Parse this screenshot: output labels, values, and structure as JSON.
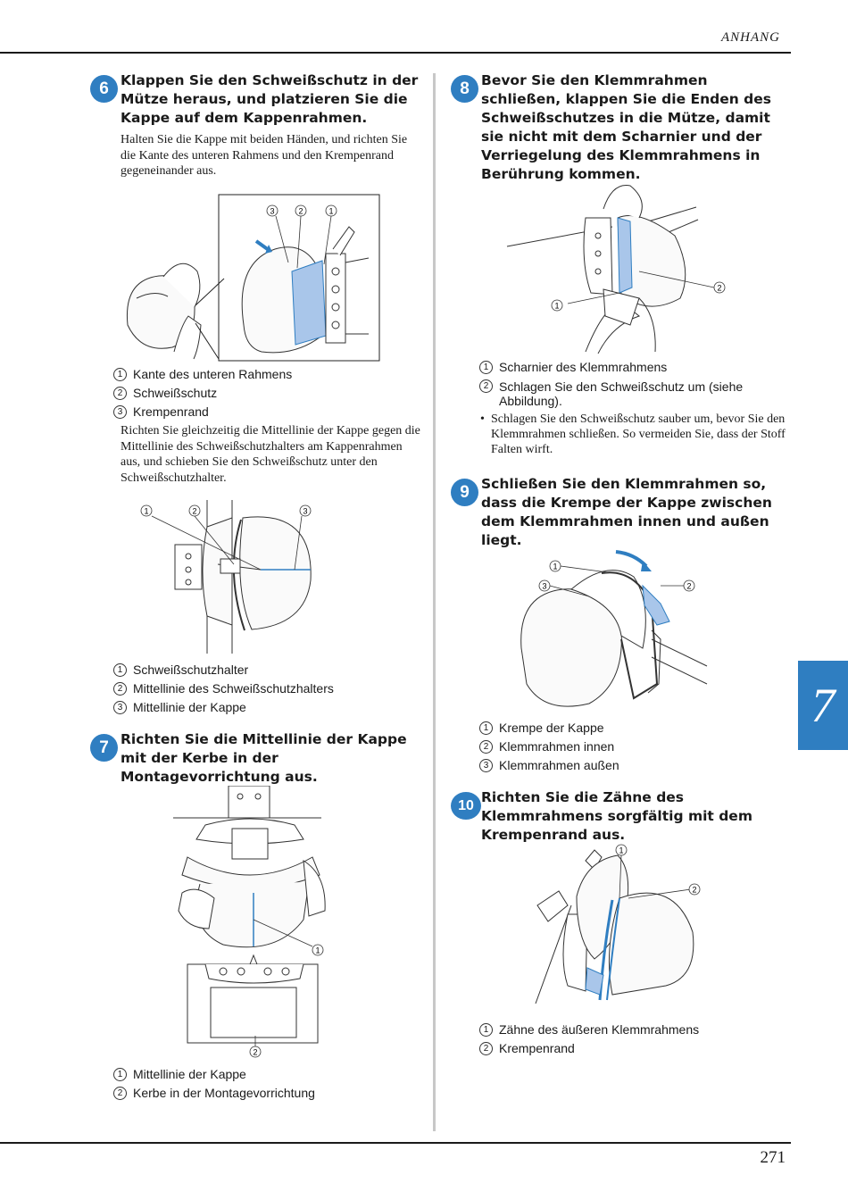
{
  "header": {
    "title": "ANHANG"
  },
  "footer": {
    "page_number": "271"
  },
  "chapter_tab": "7",
  "steps": {
    "s6": {
      "badge": "6",
      "title": "Klappen Sie den Schweißschutz in der Mütze heraus, und platzieren Sie die Kappe auf dem Kappenrahmen.",
      "text": "Halten Sie die Kappe mit beiden Händen, und richten Sie die Kante des unteren Rahmens und den Krempenrand gegeneinander aus.",
      "legend": [
        {
          "num": "1",
          "label": "Kante des unteren Rahmens"
        },
        {
          "num": "2",
          "label": "Schweißschutz"
        },
        {
          "num": "3",
          "label": "Krempenrand"
        }
      ],
      "text2": "Richten Sie gleichzeitig die Mittellinie der Kappe gegen die Mittellinie des Schweißschutzhalters am Kappenrahmen aus, und schieben Sie den Schweißschutz unter den Schweißschutzhalter.",
      "legend2": [
        {
          "num": "1",
          "label": "Schweißschutzhalter"
        },
        {
          "num": "2",
          "label": "Mittellinie des Schweißschutzhalters"
        },
        {
          "num": "3",
          "label": "Mittellinie der Kappe"
        }
      ]
    },
    "s7": {
      "badge": "7",
      "title": "Richten Sie die Mittellinie der Kappe mit der Kerbe in der Montagevorrichtung aus.",
      "legend": [
        {
          "num": "1",
          "label": "Mittellinie der Kappe"
        },
        {
          "num": "2",
          "label": "Kerbe in der Montagevorrichtung"
        }
      ]
    },
    "s8": {
      "badge": "8",
      "title": "Bevor Sie den Klemmrahmen schließen, klappen Sie die Enden des Schweißschutzes in die Mütze, damit sie nicht mit dem Scharnier und der Verriegelung des Klemmrahmens in Berührung kommen.",
      "legend": [
        {
          "num": "1",
          "label": "Scharnier des Klemmrahmens"
        },
        {
          "num": "2",
          "label": "Schlagen Sie den Schweißschutz um (siehe Abbildung)."
        }
      ],
      "bullet": "Schlagen Sie den Schweißschutz sauber um, bevor Sie den Klemmrahmen schließen. So vermeiden Sie, dass der Stoff Falten wirft."
    },
    "s9": {
      "badge": "9",
      "title": "Schließen Sie den Klemmrahmen so, dass die Krempe der Kappe zwischen dem Klemmrahmen innen und außen liegt.",
      "legend": [
        {
          "num": "1",
          "label": "Krempe der Kappe"
        },
        {
          "num": "2",
          "label": "Klemmrahmen innen"
        },
        {
          "num": "3",
          "label": "Klemmrahmen außen"
        }
      ]
    },
    "s10": {
      "badge": "10",
      "title": "Richten Sie die Zähne des Klemmrahmens sorgfältig mit dem Krempenrand aus.",
      "legend": [
        {
          "num": "1",
          "label": "Zähne des äußeren Klemmrahmens"
        },
        {
          "num": "2",
          "label": "Krempenrand"
        }
      ]
    }
  },
  "figure_callouts": [
    "1",
    "2",
    "3"
  ],
  "colors": {
    "accent": "#2f7ec1",
    "highlight": "#a9c6ea"
  }
}
